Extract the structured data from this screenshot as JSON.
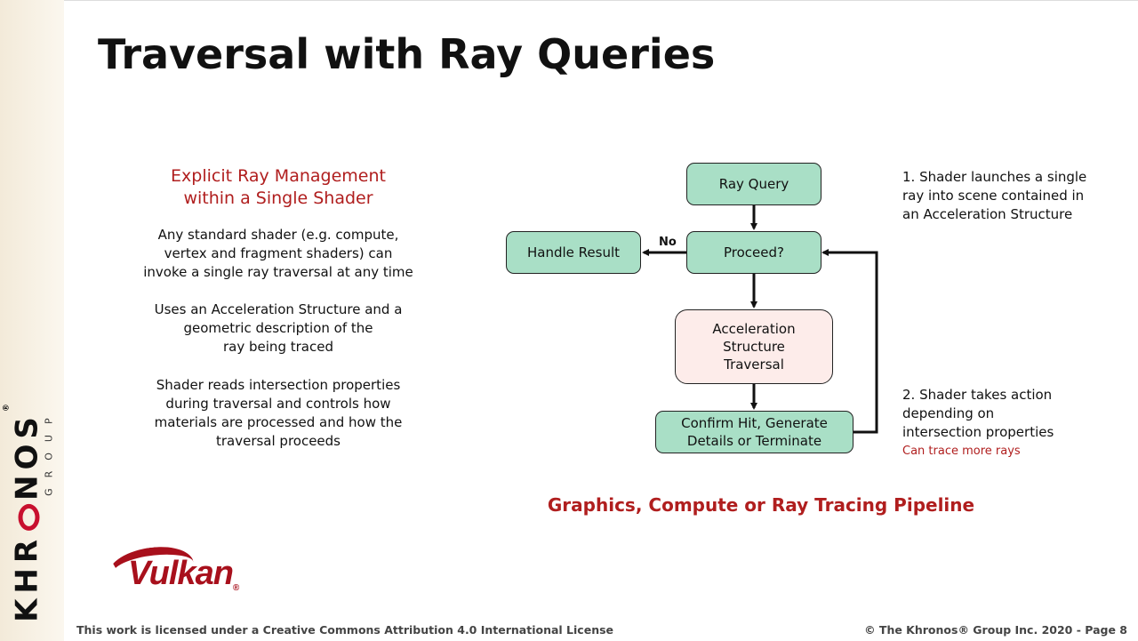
{
  "slide": {
    "title": "Traversal with Ray Queries",
    "brand": "KHRONOS",
    "brand_sub": "GROUP",
    "vulkan_logo": "Vulkan",
    "footer_left": "This work is licensed under a Creative Commons Attribution 4.0 International License",
    "footer_right": "© The Khronos® Group Inc. 2020 - Page 8"
  },
  "left": {
    "heading_line1": "Explicit Ray Management",
    "heading_line2": "within a Single Shader",
    "p1": [
      "Any standard shader (e.g. compute,",
      "vertex and fragment shaders) can",
      "invoke a single ray traversal at any time"
    ],
    "p2": [
      "Uses an Acceleration Structure and a",
      "geometric description of the",
      "ray being traced"
    ],
    "p3": [
      "Shader reads intersection properties",
      "during traversal and controls how",
      "materials are processed and how the",
      "traversal proceeds"
    ]
  },
  "flow": {
    "ray_query": "Ray Query",
    "handle_result": "Handle Result",
    "proceed": "Proceed?",
    "no_label": "No",
    "accel_line1": "Acceleration",
    "accel_line2": "Structure",
    "accel_line3": "Traversal",
    "confirm_line1": "Confirm Hit, Generate",
    "confirm_line2": "Details or Terminate"
  },
  "notes": {
    "note1": [
      "1. Shader launches a single",
      "ray into scene contained in",
      "an Acceleration Structure"
    ],
    "note2": [
      "2. Shader takes action",
      "depending on",
      "intersection properties"
    ],
    "note2_red": "Can trace more rays"
  },
  "pipeline_label": "Graphics, Compute or Ray Tracing Pipeline",
  "colors": {
    "accent_red": "#b01e1e",
    "box_green": "#a9dfc6",
    "box_pink": "#fdecea",
    "vulkan_red": "#a8101c"
  }
}
